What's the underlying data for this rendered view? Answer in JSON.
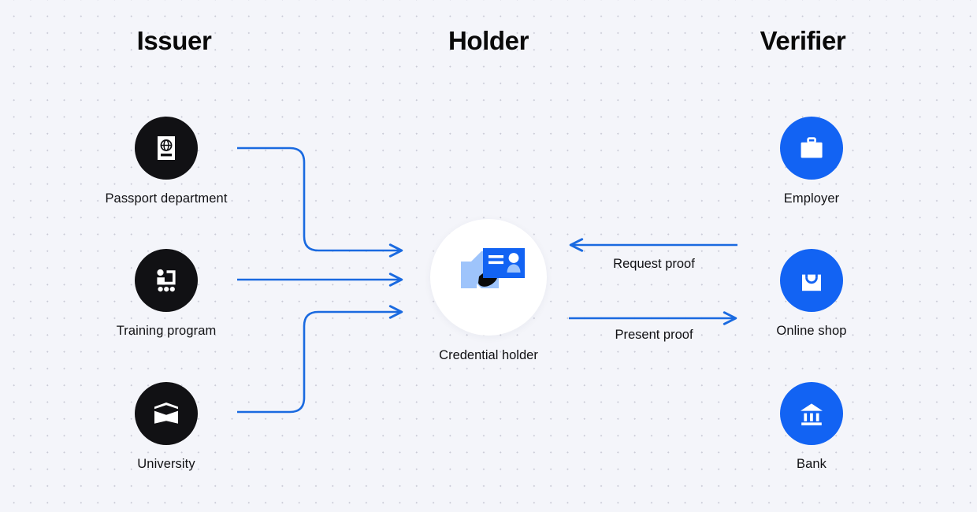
{
  "columns": {
    "issuer": {
      "heading": "Issuer"
    },
    "holder": {
      "heading": "Holder"
    },
    "verifier": {
      "heading": "Verifier"
    }
  },
  "issuers": [
    {
      "id": "passport",
      "label": "Passport department",
      "icon": "passport-icon",
      "circle_color": "#111114"
    },
    {
      "id": "training",
      "label": "Training program",
      "icon": "workflow-icon",
      "circle_color": "#111114"
    },
    {
      "id": "university",
      "label": "University",
      "icon": "graduation-book-icon",
      "circle_color": "#111114"
    }
  ],
  "holder": {
    "label": "Credential holder",
    "icon": "hand-holding-id-card-icon",
    "circle_color": "#ffffff",
    "card_color": "#1263f3",
    "hand_color": "#9ec4fb"
  },
  "verifiers": [
    {
      "id": "employer",
      "label": "Employer",
      "icon": "briefcase-icon",
      "circle_color": "#1263f3"
    },
    {
      "id": "shop",
      "label": "Online shop",
      "icon": "shopping-bag-icon",
      "circle_color": "#1263f3"
    },
    {
      "id": "bank",
      "label": "Bank",
      "icon": "bank-building-icon",
      "circle_color": "#1263f3"
    }
  ],
  "flows": {
    "request_proof": "Request proof",
    "present_proof": "Present proof"
  },
  "colors": {
    "background": "#f4f5fa",
    "dot_grid": "#c9cad6",
    "accent_blue": "#1263f3",
    "connector_blue": "#1a6ae0",
    "dark": "#111114",
    "text": "#111114"
  }
}
